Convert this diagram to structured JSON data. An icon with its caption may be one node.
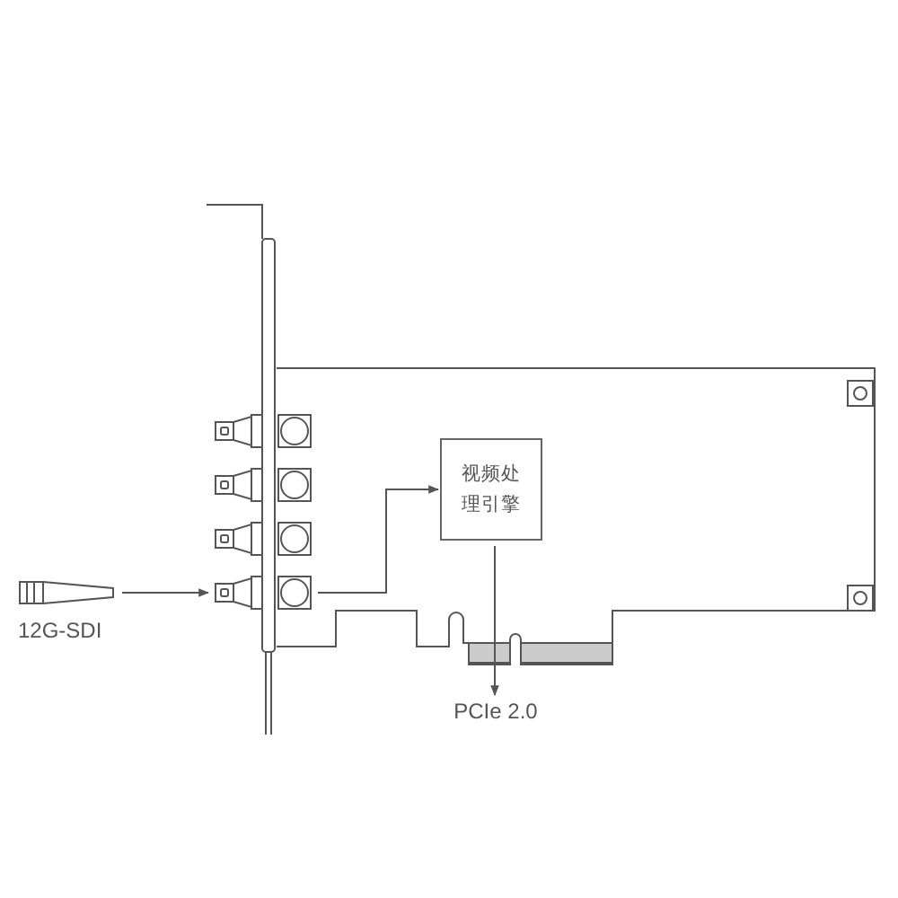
{
  "diagram": {
    "nodes": [
      {
        "text": [],
        "shape": "cable",
        "beside": [
          "12G-SDI"
        ]
      },
      {
        "text": [],
        "shape": "connector"
      },
      {
        "text": [
          "视频处理引擎"
        ]
      },
      {
        "text": [
          "PCIe 2.0"
        ]
      }
    ],
    "edges": [
      {
        "from": 0,
        "to": 1,
        "arrow": "to"
      },
      {
        "from": 1,
        "to": 2,
        "arrow": "to"
      },
      {
        "from": 2,
        "to": 3,
        "arrow": "to"
      }
    ]
  }
}
